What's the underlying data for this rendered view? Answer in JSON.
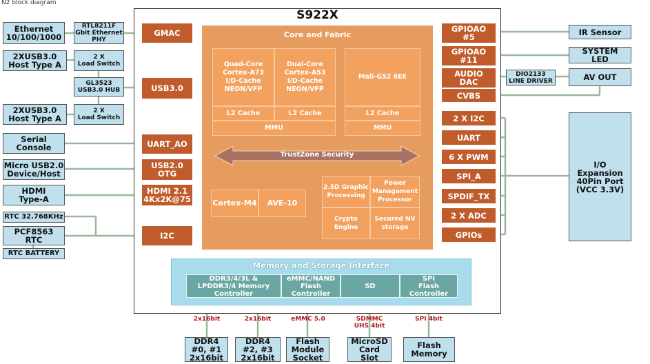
{
  "caption": "N2 block diagram",
  "soc_title": "S922X",
  "left_external": {
    "ethernet": "Ethernet\n10/100/1000",
    "phy": "RTL8211F\nGbit Ethernet\nPHY",
    "usb_a1": "2XUSB3.0\nHost Type A",
    "switch1": "2 X\nLoad Switch",
    "hub": "GL3523\nUSB3.0 HUB",
    "usb_a2": "2XUSB3.0\nHost Type A",
    "switch2": "2 X\nLoad Switch",
    "serial": "Serial\nConsole",
    "micro_usb": "Micro USB2.0\nDevice/Host",
    "hdmi": "HDMI\nType-A",
    "rtc_clock": "RTC 32.768KHz",
    "pcf": "PCF8563\nRTC",
    "rtc_battery": "RTC BATTERY"
  },
  "left_interfaces": {
    "gmac": "GMAC",
    "usb3": "USB3.0",
    "uart_ao": "UART_AO",
    "usb2": "USB2.0\nOTG",
    "hdmi21": "HDMI 2.1\n4Kx2K@75",
    "i2c": "I2C"
  },
  "core": {
    "title": "Core and Fabric",
    "a73": "Quad-Core\nCortex-A73\nI/D-Cache\nNEON/VFP",
    "a53": "Dual-Core\nCortex-A53\nI/D-Cache\nNEON/VFP",
    "l2_a73": "L2 Cache",
    "l2_a53": "L2 Cache",
    "mmu_cpu": "MMU",
    "gpu": "Mali-G52 6EE",
    "l2_gpu": "L2 Cache",
    "mmu_gpu": "MMU",
    "trustzone": "TrustZone Security",
    "m4": "Cortex-M4",
    "ave": "AVE-10",
    "graphic": "2.5D Graphic\nProcessing",
    "power": "Power\nManagement\nProcessor",
    "crypto": "Crypto\nEngine",
    "nv": "Secured NV\nstorage"
  },
  "right_interfaces": {
    "gpioao5": "GPIOAO\n#5",
    "gpioao11": "GPIOAO\n#11",
    "audio": "AUDIO\nDAC",
    "cvbs": "CVBS",
    "i2c2": "2 X I2C",
    "uart": "UART",
    "pwm": "6 X PWM",
    "spi_a": "SPI_A",
    "spdif": "SPDIF_TX",
    "adc": "2 X ADC",
    "gpios": "GPIOs"
  },
  "right_external": {
    "ir": "IR Sensor",
    "sysled": "SYSTEM\nLED",
    "dio": "DIO2133\nLINE DRIVER",
    "avout": "AV OUT",
    "io": "I/O\nExpansion\n40Pin Port\n(VCC 3.3V)"
  },
  "memory": {
    "title": "Memory and Storage Interface",
    "ddr": "DDR3/4/3L &\nLPDDR3/4 Memory\nController",
    "emmc": "eMMC/NAND\nFlash\nController",
    "sd": "SD",
    "spi": "SPI\nFlash\nController"
  },
  "bus_labels": {
    "b1": "2x16bit",
    "b2": "2x16bit",
    "b3": "eMMC 5.0",
    "b4": "SDMMC\nUHS 4bit",
    "b5": "SPI 4bit"
  },
  "bottom_external": {
    "ddr_a": "DDR4\n#0, #1\n2x16bit",
    "ddr_b": "DDR4\n#2, #3\n2x16bit",
    "flash_socket": "Flash\nModule\nSocket",
    "microsd": "MicroSD\nCard\nSlot",
    "flash_mem": "Flash\nMemory"
  },
  "colors": {
    "external": "#bfe0ec",
    "interface": "#c05c2b",
    "core_fabric": "#e79c5f",
    "memory_block": "#6aa6a2",
    "connector": "#9bb79b",
    "bus_label": "#b01818"
  }
}
